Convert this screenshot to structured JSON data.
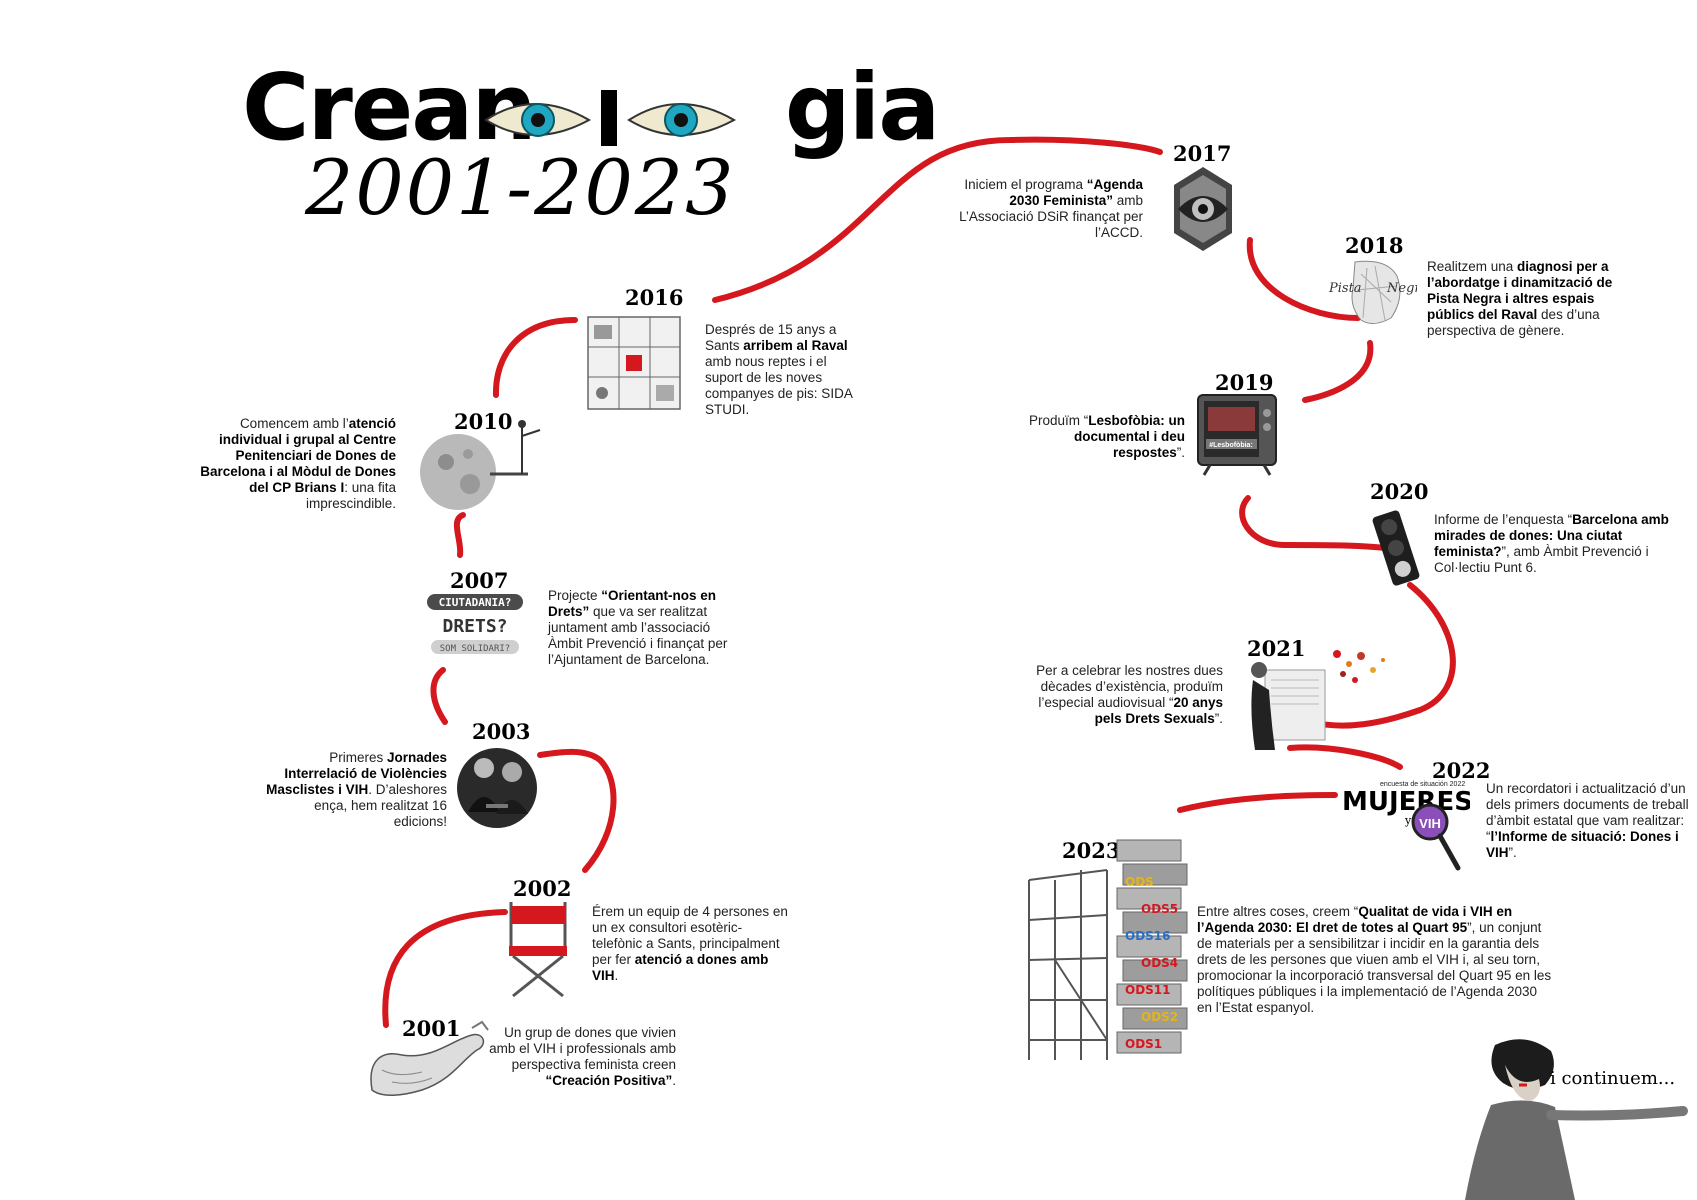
{
  "header": {
    "title_start": "Crean",
    "title_l": "l",
    "title_end": "gia",
    "subtitle": "2001-2023"
  },
  "colors": {
    "path": "#d5171e",
    "eye_iris": "#1fa6c0",
    "lens": "#8a4fb8"
  },
  "milestones": [
    {
      "year": "2001",
      "icon": "foot-icon",
      "text": [
        {
          "t": "Un grup de dones que vivien amb el VIH i professionals amb perspectiva feminista creen "
        },
        {
          "t": "“Creación Positiva”",
          "b": true
        },
        {
          "t": "."
        }
      ]
    },
    {
      "year": "2002",
      "icon": "director-chair-icon",
      "text": [
        {
          "t": "Érem un equip de 4 persones en un ex consultori esotèric-telefònic a Sants, principalment per fer "
        },
        {
          "t": "atenció a dones amb VIH",
          "b": true
        },
        {
          "t": "."
        }
      ]
    },
    {
      "year": "2003",
      "icon": "women-photo-icon",
      "text": [
        {
          "t": "Primeres "
        },
        {
          "t": "Jornades Interrelació de Violències Masclistes i VIH",
          "b": true
        },
        {
          "t": ". D’aleshores ença, hem realitzat  16 edicions!"
        }
      ]
    },
    {
      "year": "2007",
      "icon": "rights-lettering-icon",
      "text": [
        {
          "t": "Projecte "
        },
        {
          "t": "“Orientant-nos en Drets”",
          "b": true
        },
        {
          "t": " que va ser realitzat juntament amb l’associació Àmbit Prevenció i finançat per l’Ajuntament de Barcelona."
        }
      ]
    },
    {
      "year": "2010",
      "icon": "moon-diver-icon",
      "text": [
        {
          "t": "Comencem amb l’"
        },
        {
          "t": "atenció individual  i grupal al Centre Penitenciari de Dones de Barcelona i al Mòdul de Dones del CP Brians I",
          "b": true
        },
        {
          "t": ": una fita imprescindible."
        }
      ]
    },
    {
      "year": "2016",
      "icon": "building-icon",
      "text": [
        {
          "t": "Després de 15 anys a Sants "
        },
        {
          "t": "arribem al Raval",
          "b": true
        },
        {
          "t": " amb nous reptes i el suport de les noves companyes de pis: SIDA STUDI."
        }
      ]
    },
    {
      "year": "2017",
      "icon": "eye-icon",
      "text": [
        {
          "t": "Iniciem el programa "
        },
        {
          "t": "“Agenda 2030 Feminista”",
          "b": true
        },
        {
          "t": " amb L’Associació  DSiR finançat per l’ACCD."
        }
      ]
    },
    {
      "year": "2018",
      "icon": "map-icon",
      "text": [
        {
          "t": "Realitzem una "
        },
        {
          "t": "diagnosi per a l’abordatge i dinamització de Pista Negra i altres espais públics del Raval",
          "b": true
        },
        {
          "t": " des d’una perspectiva de gènere."
        }
      ],
      "map_label_left": "Pista",
      "map_label_right": "Negra"
    },
    {
      "year": "2019",
      "icon": "tv-icon",
      "text": [
        {
          "t": "Produïm “"
        },
        {
          "t": "Lesbofòbia: un documental i deu respostes",
          "b": true
        },
        {
          "t": "”."
        }
      ],
      "tv_label": "#Lesbofòbia:"
    },
    {
      "year": "2020",
      "icon": "traffic-light-icon",
      "text": [
        {
          "t": "Informe de l’enquesta “"
        },
        {
          "t": "Barcelona amb mirades de dones: Una ciutat feminista?",
          "b": true
        },
        {
          "t": "”, amb Àmbit Prevenció i Col·lectiu Punt 6."
        }
      ]
    },
    {
      "year": "2021",
      "icon": "newspaper-leaves-icon",
      "text": [
        {
          "t": "Per a celebrar les nostres dues dècades d’existència, produïm l’especial audiovisual “"
        },
        {
          "t": "20 anys pels Drets Sexuals",
          "b": true
        },
        {
          "t": "”."
        }
      ]
    },
    {
      "year": "2022",
      "icon": "magnifier-icon",
      "text": [
        {
          "t": "Un recordatori i actualització d’un dels primers documents de treball d’àmbit estatal que vam realitzar: “"
        },
        {
          "t": "l’Informe de situació: Dones i VIH",
          "b": true
        },
        {
          "t": "”."
        }
      ],
      "report_small": "encuesta de situación 2022",
      "report_title": "MUJERES",
      "report_y": "y",
      "report_vih": "VIH"
    },
    {
      "year": "2023",
      "icon": "jenga-tower-icon",
      "text": [
        {
          "t": "Entre altres coses, creem “"
        },
        {
          "t": "Qualitat de vida i VIH en l’Agenda 2030: El dret de totes al Quart 95",
          "b": true
        },
        {
          "t": "”, un conjunt de materials per a sensibilitzar i incidir en la garantia dels drets de les persones que viuen amb el VIH i, al seu torn, promocionar la incorporació transversal del Quart 95 en les polítiques públiques i la implementació de l’Agenda 2030 en l’Estat espanyol."
        }
      ],
      "blocks": [
        "ODS1",
        "ODS2",
        "ODS11",
        "ODS4",
        "ODS16",
        "ODS5",
        "ODS"
      ]
    }
  ],
  "rights_words": [
    "CIUTADANIA?",
    "DRETS?",
    "SOM SOLIDARI?"
  ],
  "footer": {
    "continue_text": "i continuem..."
  }
}
